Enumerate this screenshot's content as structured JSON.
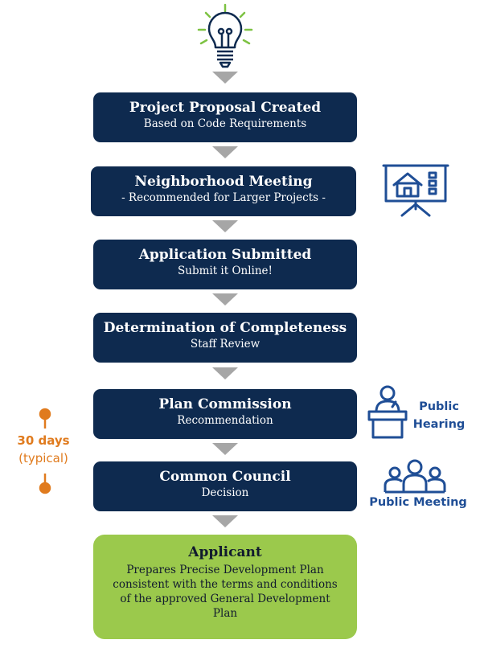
{
  "steps": [
    {
      "title": "Project Proposal Created",
      "subtitle": "Based on Code Requirements"
    },
    {
      "title": "Neighborhood Meeting",
      "subtitle": "- Recommended for Larger Projects -"
    },
    {
      "title": "Application Submitted",
      "subtitle": "Submit it Online!"
    },
    {
      "title": "Determination of Completeness",
      "subtitle": "Staff Review"
    },
    {
      "title": "Plan Commission",
      "subtitle": "Recommendation"
    },
    {
      "title": "Common Council",
      "subtitle": "Decision"
    }
  ],
  "final_step": {
    "title": "Applicant",
    "description": "Prepares Precise Development Plan consistent with the terms and conditions of the approved General Development Plan"
  },
  "side_labels": {
    "public_hearing_line1": "Public",
    "public_hearing_line2": "Hearing",
    "public_meeting": "Public Meeting"
  },
  "timeline": {
    "duration": "30 days",
    "note": "(typical)"
  },
  "icons": {
    "top": "lightbulb-icon",
    "neighborhood": "presentation-board-house-icon",
    "hearing": "podium-speaker-icon",
    "meeting": "group-people-icon"
  },
  "colors": {
    "step_bg": "#0e2a4f",
    "final_bg": "#9bc94c",
    "arrow": "#a6a6a6",
    "accent_blue": "#1f4e96",
    "timeline_orange": "#e07b1e",
    "bulb_green": "#7dc242"
  }
}
